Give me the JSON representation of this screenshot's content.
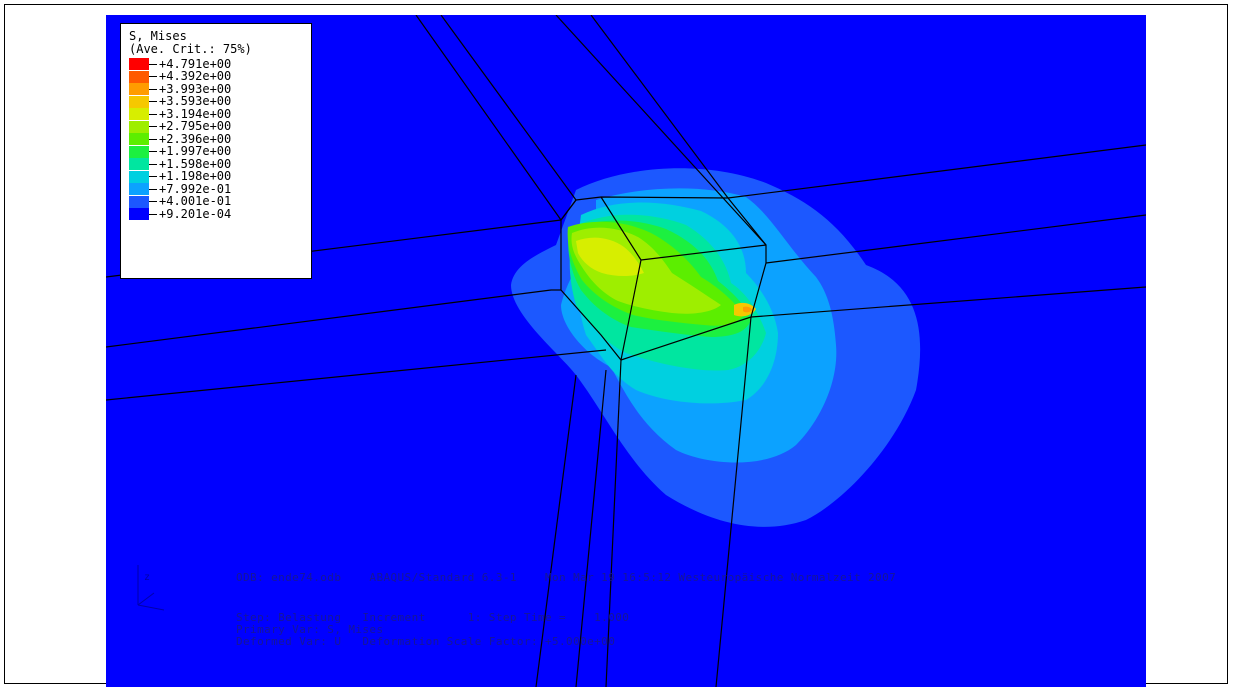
{
  "legend": {
    "title_line1": "S, Mises",
    "title_line2": "(Ave. Crit.: 75%)",
    "entries": [
      {
        "value": "+4.791e+00",
        "color": "#ff0000"
      },
      {
        "value": "+4.392e+00",
        "color": "#ff5a00"
      },
      {
        "value": "+3.993e+00",
        "color": "#ff9c00"
      },
      {
        "value": "+3.593e+00",
        "color": "#f6c800"
      },
      {
        "value": "+3.194e+00",
        "color": "#d7ee00"
      },
      {
        "value": "+2.795e+00",
        "color": "#9eee00"
      },
      {
        "value": "+2.396e+00",
        "color": "#5cee00"
      },
      {
        "value": "+1.997e+00",
        "color": "#1cf040"
      },
      {
        "value": "+1.598e+00",
        "color": "#00e6a0"
      },
      {
        "value": "+1.198e+00",
        "color": "#00d0e0"
      },
      {
        "value": "+7.992e-01",
        "color": "#0ca2ff"
      },
      {
        "value": "+4.001e-01",
        "color": "#1c58ff"
      },
      {
        "value": "+9.201e-04",
        "color": "#0000ff"
      }
    ]
  },
  "info": {
    "odb_line": "ODB: ende74.odb    ABAQUS/Standard 6.3-1    Mon Mar 19 16:5:12 Westeuropäische Normalzeit 2007",
    "step_line": "Step: Belastung   Increment      1: Step Time =    1.000",
    "primary_var": "Primary Var: S, Mises",
    "deformed_var": "Deformed Var: U   Deformation Scale Factor: +5.000e+00"
  },
  "colors": {
    "background": "#0000ff",
    "edge_lines": "#000000",
    "info_text": "#1a1a8a"
  },
  "icons": {
    "triad": "coordinate-triad-icon"
  }
}
